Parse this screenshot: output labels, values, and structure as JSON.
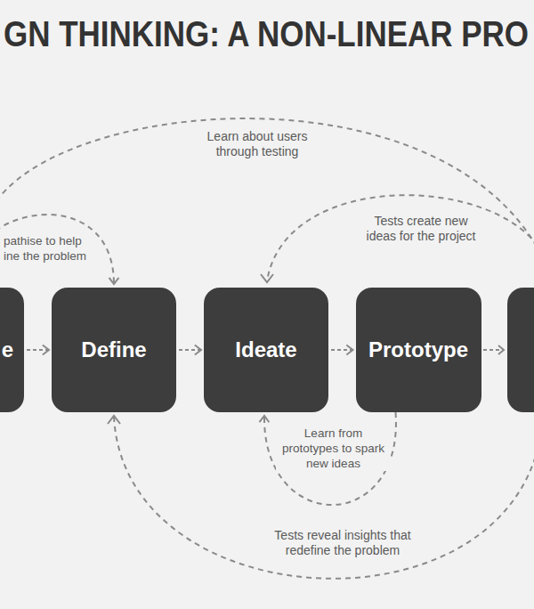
{
  "diagram": {
    "title": "GN THINKING: A NON-LINEAR PRO",
    "nodes": [
      {
        "text": [
          "e"
        ]
      },
      {
        "text": [
          "Define"
        ]
      },
      {
        "text": [
          "Ideate"
        ]
      },
      {
        "text": [
          "Prototype"
        ]
      }
    ],
    "edges": [
      {
        "from": 0,
        "to": 1,
        "arrow": "to"
      },
      {
        "from": 1,
        "to": 2,
        "arrow": "to"
      },
      {
        "from": 2,
        "to": 3,
        "arrow": "to"
      },
      {
        "from": 0,
        "to": 1,
        "label": "pathise to help ine the problem",
        "arrow": "to"
      },
      {
        "from": 3,
        "to": 2,
        "label": "Learn from prototypes to spark new ideas",
        "arrow": "to"
      }
    ],
    "labels": [
      "Learn about users through testing",
      "Tests create new ideas for the project",
      "Tests reveal insights that redefine the problem"
    ]
  }
}
